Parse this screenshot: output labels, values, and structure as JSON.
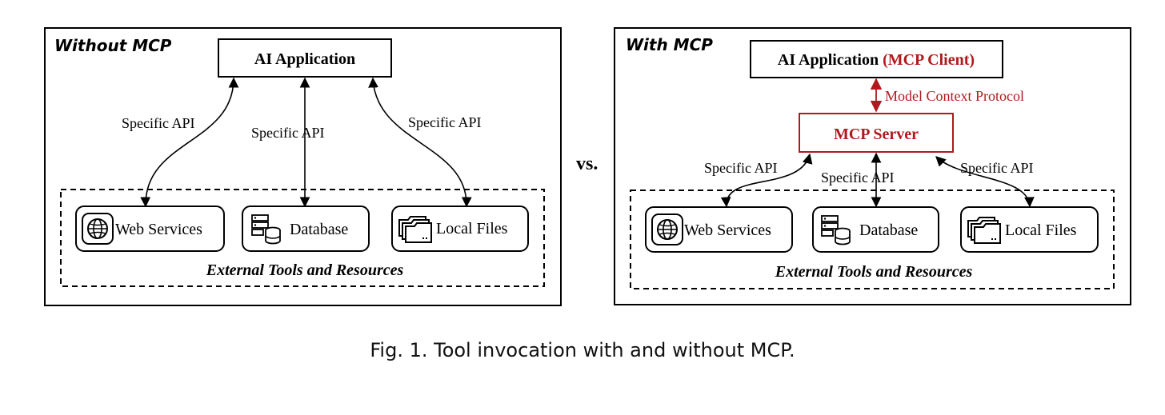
{
  "colors": {
    "protocol_red": "#b0191e",
    "stroke": "#000000"
  },
  "left_panel": {
    "title": "Without MCP",
    "app_box": {
      "label": "AI Application"
    },
    "edges": [
      {
        "label": "Specific API"
      },
      {
        "label": "Specific API"
      },
      {
        "label": "Specific API"
      }
    ],
    "resources": [
      {
        "label": "Web Services",
        "icon": "globe-icon"
      },
      {
        "label": "Database",
        "icon": "database-icon"
      },
      {
        "label": "Local Files",
        "icon": "folder-icon"
      }
    ],
    "resources_footer": "External Tools and Resources"
  },
  "vs_label": "vs.",
  "right_panel": {
    "title": "With MCP",
    "app_box": {
      "label": "AI Application",
      "label_suffix": "(MCP Client)"
    },
    "protocol_label": "Model Context Protocol",
    "server_box": {
      "label": "MCP Server"
    },
    "edges": [
      {
        "label": "Specific API"
      },
      {
        "label": "Specific API"
      },
      {
        "label": "Specific API"
      }
    ],
    "resources": [
      {
        "label": "Web Services",
        "icon": "globe-icon"
      },
      {
        "label": "Database",
        "icon": "database-icon"
      },
      {
        "label": "Local Files",
        "icon": "folder-icon"
      }
    ],
    "resources_footer": "External Tools and Resources"
  },
  "caption": "Fig. 1.  Tool invocation with and without MCP."
}
